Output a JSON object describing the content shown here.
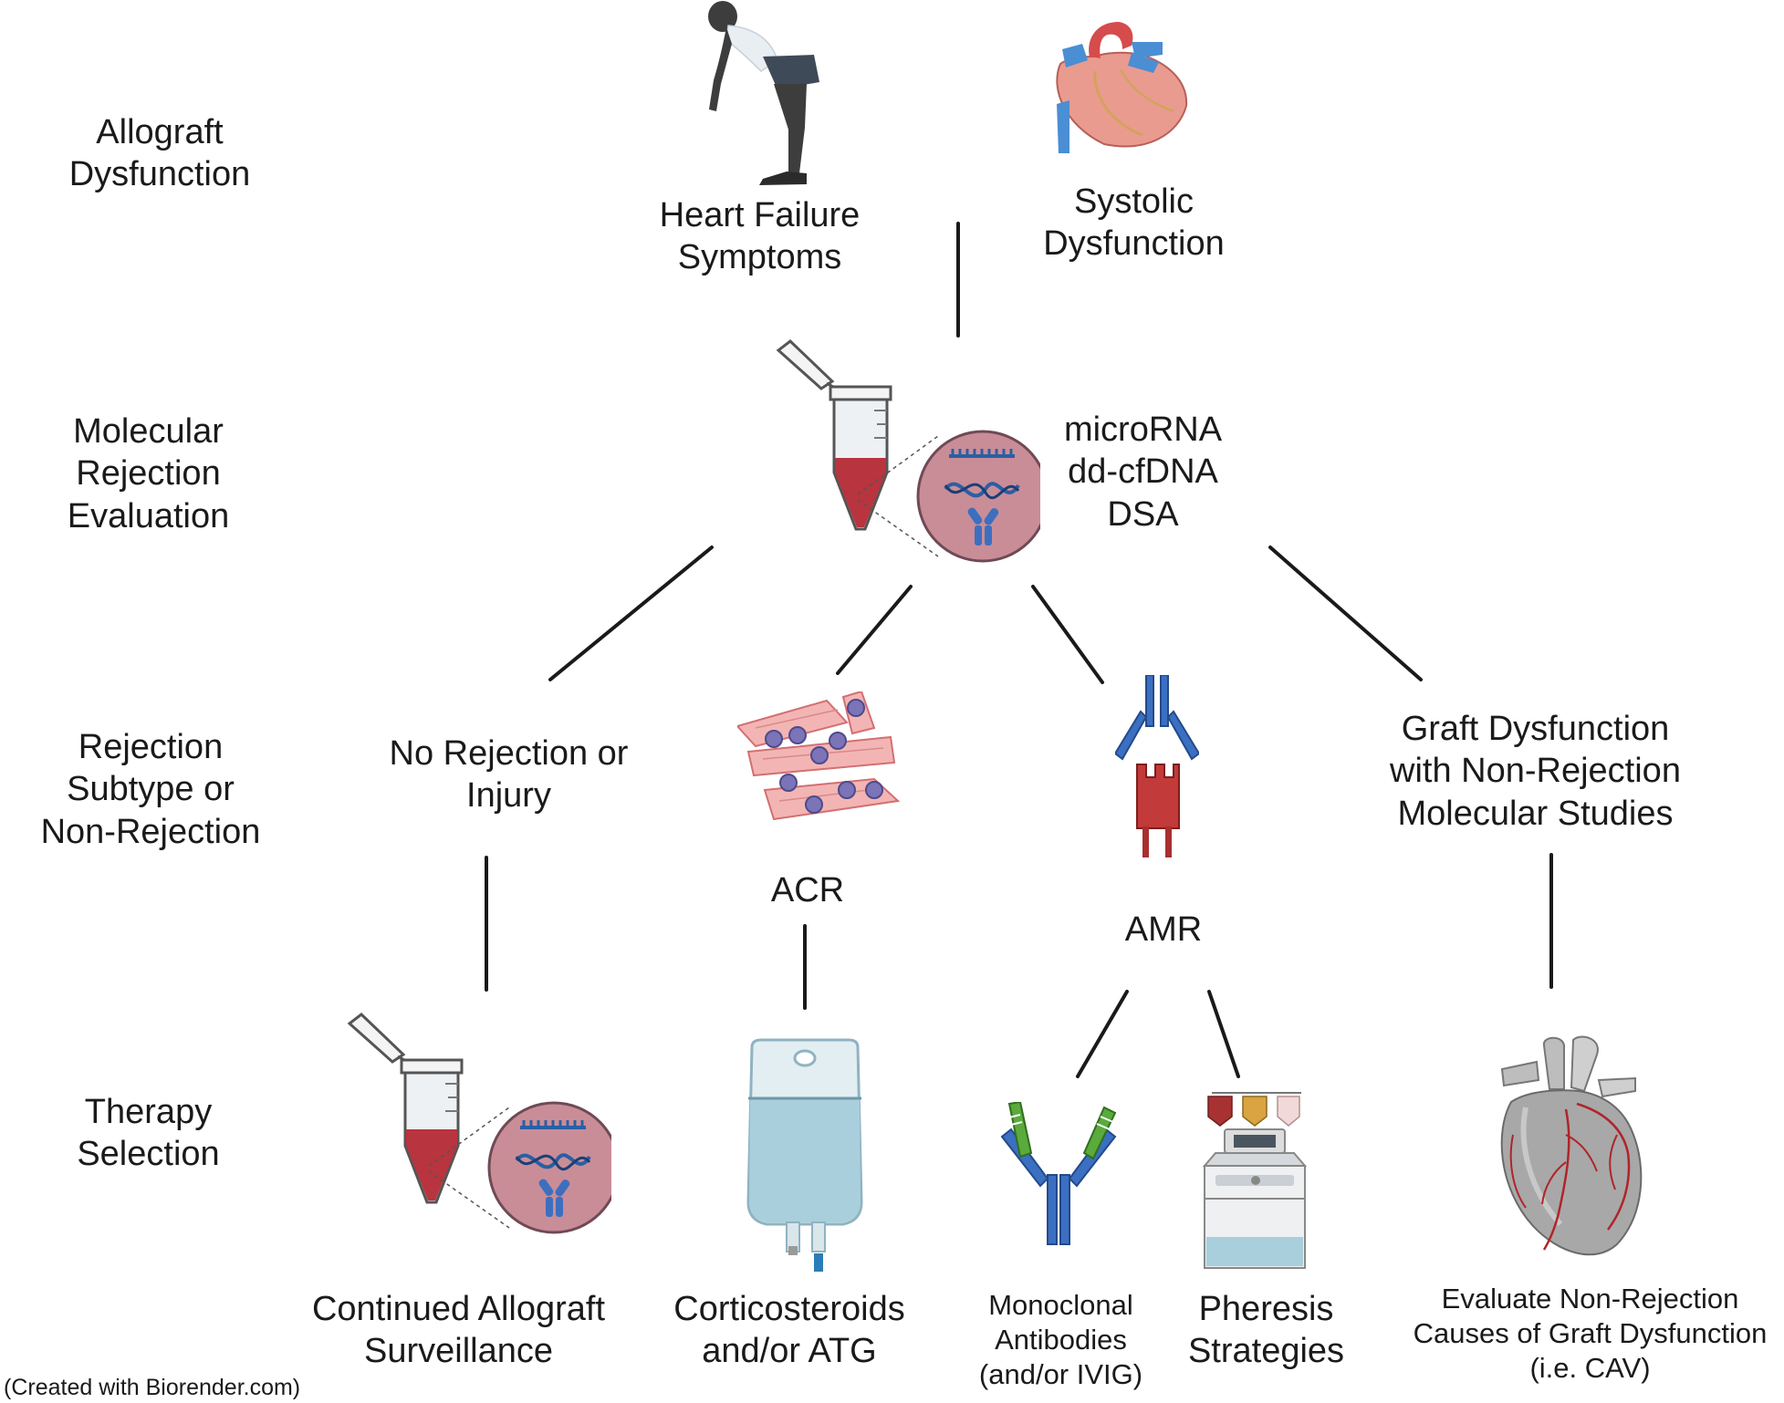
{
  "rows": {
    "allograft": "Allograft\nDysfunction",
    "molecular": "Molecular\nRejection\nEvaluation",
    "subtype": "Rejection\nSubtype or\nNon-Rejection",
    "therapy": "Therapy\nSelection"
  },
  "nodes": {
    "hf": "Heart Failure\nSymptoms",
    "systolic": "Systolic\nDysfunction",
    "markers": "microRNA\ndd-cfDNA\nDSA",
    "no_rejection": "No Rejection or\nInjury",
    "acr": "ACR",
    "amr": "AMR",
    "graft_dysfunction": "Graft Dysfunction\nwith Non-Rejection\nMolecular Studies",
    "surveillance": "Continued Allograft\nSurveillance",
    "corticosteroids": "Corticosteroids\nand/or ATG",
    "monoclonal": "Monoclonal\nAntibodies\n(and/or IVIG)",
    "pheresis": "Pheresis\nStrategies",
    "evaluate": "Evaluate Non-Rejection\nCauses of Graft Dysfunction\n(i.e. CAV)"
  },
  "credit": "(Created with Biorender.com)",
  "icons": [
    "person-bending-icon",
    "heart-anatomy-icon",
    "sample-tube-icon",
    "molecule-magnifier-icon",
    "myocyte-cells-icon",
    "antibody-binding-icon",
    "iv-bag-icon",
    "monoclonal-antibody-icon",
    "pheresis-machine-icon",
    "heart-cav-icon"
  ],
  "colors": {
    "line": "#1a1a1a",
    "blood": "#b8343e",
    "circle": "#c98d98",
    "antibody_blue": "#3b6fc1",
    "antibody_red": "#c23a3a",
    "antibody_green": "#5aaa3c",
    "iv_fluid": "#a9cfdc"
  }
}
